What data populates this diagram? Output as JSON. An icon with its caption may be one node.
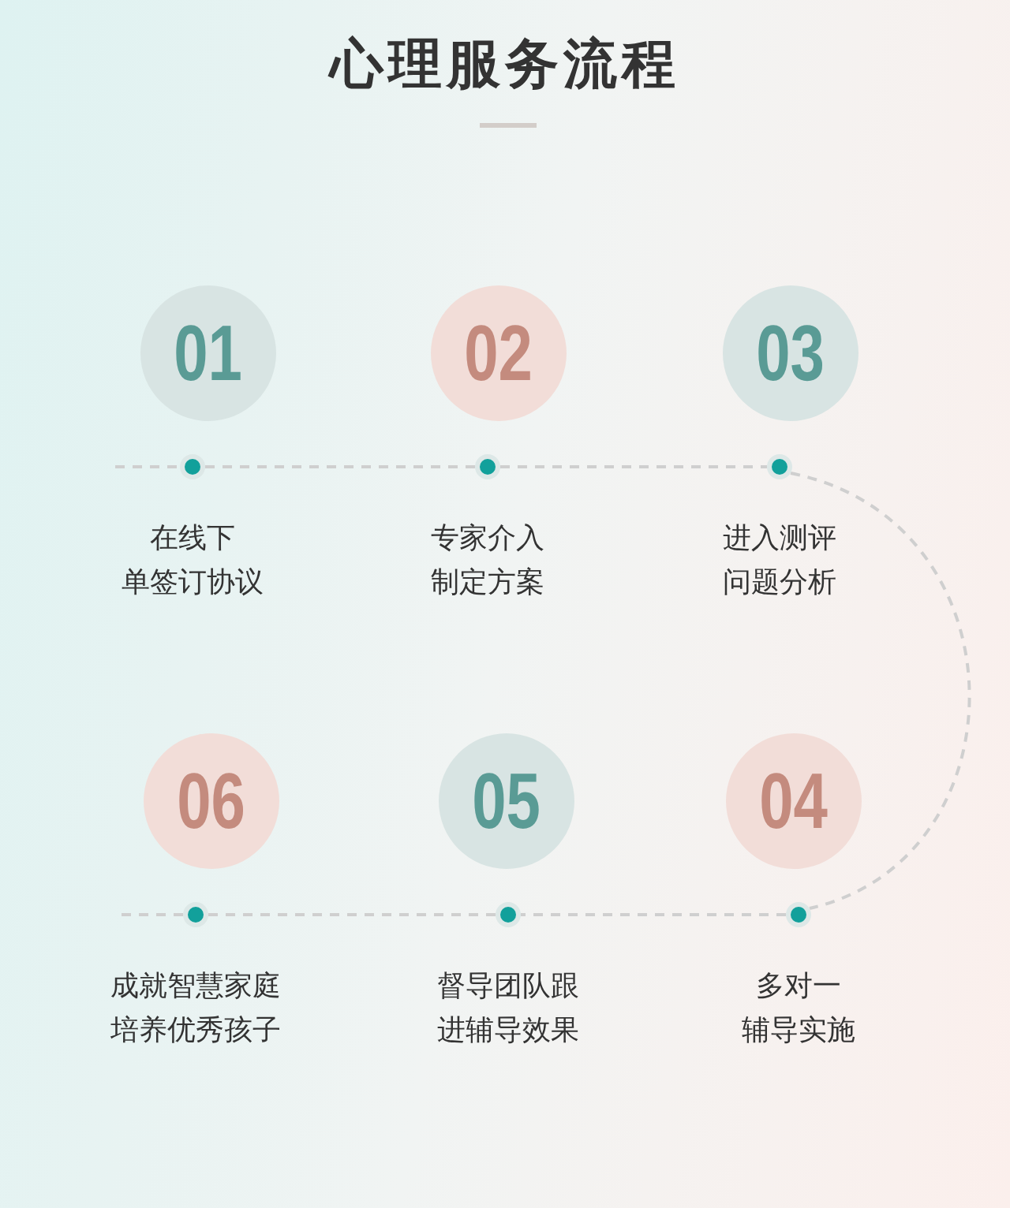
{
  "diagram": {
    "title": "心理服务流程",
    "nodes": [
      {
        "text": [
          "01"
        ]
      },
      {
        "text": [
          "02"
        ]
      },
      {
        "text": [
          "03"
        ]
      },
      {
        "text": [],
        "shape": "circle",
        "beside": [
          "在线下单签订协议"
        ]
      },
      {
        "text": [],
        "shape": "circle",
        "beside": [
          "专家介入制定方案"
        ]
      },
      {
        "text": [],
        "shape": "circle",
        "beside": [
          "进入测评问题分析"
        ]
      },
      {
        "text": [
          "06"
        ]
      },
      {
        "text": [
          "05"
        ]
      },
      {
        "text": [
          "04"
        ]
      },
      {
        "text": [],
        "shape": "circle",
        "beside": [
          "成就智慧家庭培养优秀孩子"
        ]
      },
      {
        "text": [],
        "shape": "circle",
        "beside": [
          "督导团队跟进辅导效果"
        ]
      },
      {
        "text": [],
        "shape": "circle",
        "beside": [
          "多对一辅导实施"
        ]
      }
    ],
    "edges": [
      {
        "from": null,
        "to": 3,
        "arrow": "none",
        "style": "dashed"
      },
      {
        "from": 3,
        "to": 4,
        "arrow": "none",
        "style": "dashed"
      },
      {
        "from": 4,
        "to": 5,
        "arrow": "none",
        "style": "dashed"
      },
      {
        "from": 5,
        "to": 11,
        "arrow": "none",
        "style": "dashed"
      },
      {
        "from": 11,
        "to": 10,
        "arrow": "none",
        "style": "dashed"
      },
      {
        "from": 10,
        "to": 9,
        "arrow": "none",
        "style": "dashed"
      },
      {
        "from": 9,
        "to": null,
        "arrow": "none",
        "style": "dashed"
      }
    ]
  }
}
